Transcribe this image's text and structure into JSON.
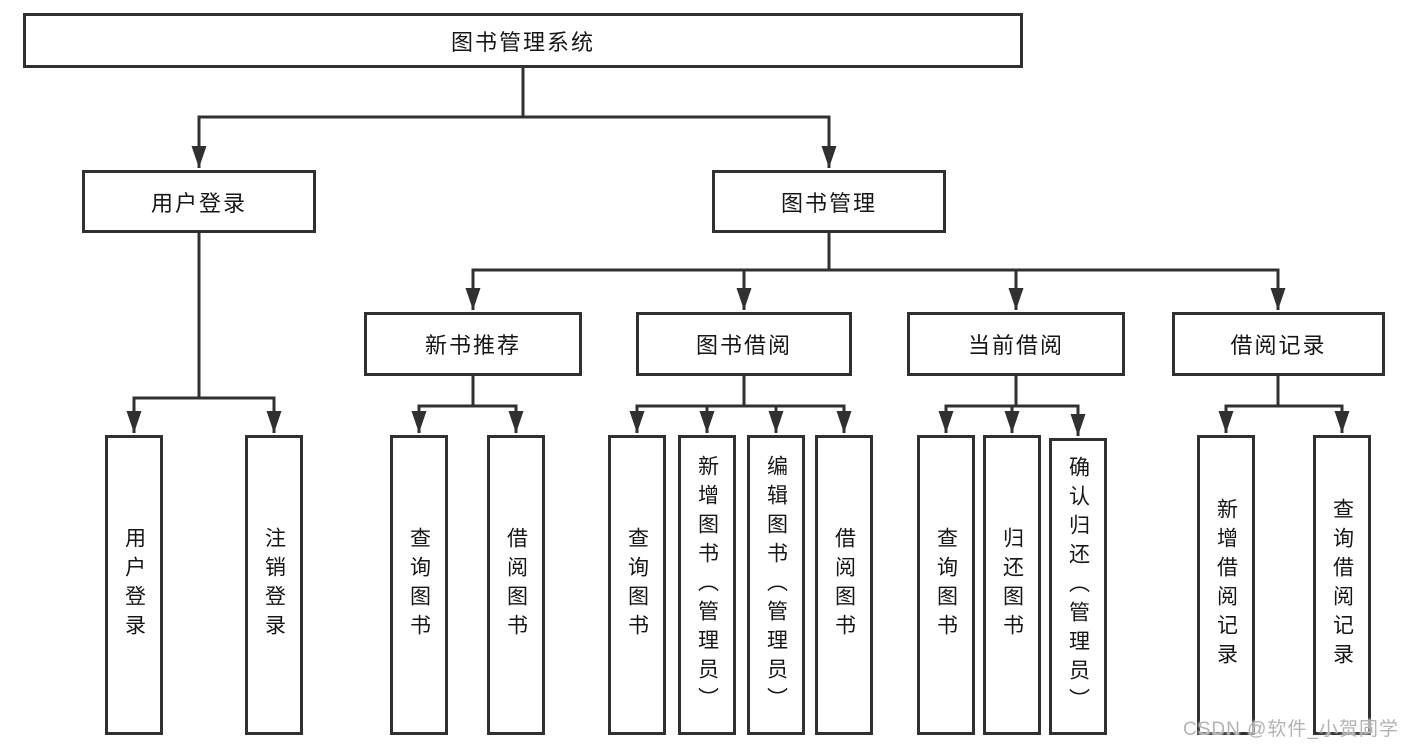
{
  "diagram": {
    "root": "图书管理系统",
    "level2": [
      "用户登录",
      "图书管理"
    ],
    "level3": [
      "新书推荐",
      "图书借阅",
      "当前借阅",
      "借阅记录"
    ],
    "leaves": {
      "userLogin": [
        "用户登录",
        "注销登录"
      ],
      "newBook": [
        "查询图书",
        "借阅图书"
      ],
      "bookBorrow": [
        "查询图书",
        "新增图书（管理员）",
        "编辑图书（管理员）",
        "借阅图书"
      ],
      "currentBorrow": [
        "查询图书",
        "归还图书",
        "确认归还（管理员）"
      ],
      "borrowRecords": [
        "新增借阅记录",
        "查询借阅记录"
      ]
    }
  },
  "watermark": "CSDN @软件_小贺同学",
  "colors": {
    "line": "#303030",
    "box_border": "#303030",
    "text": "#161616",
    "watermark": "#b3b3b3",
    "background": "#ffffff"
  }
}
